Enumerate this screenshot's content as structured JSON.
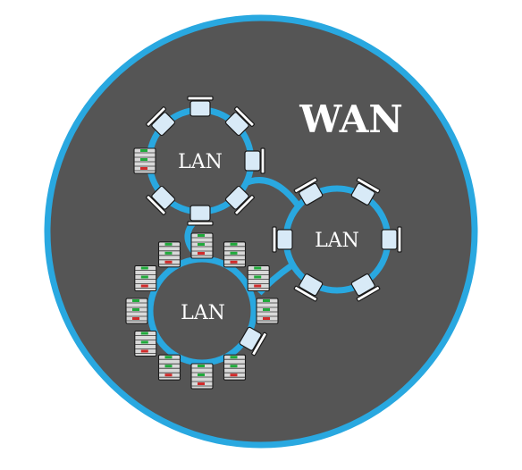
{
  "diagram": {
    "title": "WAN",
    "networks": [
      {
        "label": "LAN",
        "node_type": "laptop"
      },
      {
        "label": "LAN",
        "node_type": "laptop"
      },
      {
        "label": "LAN",
        "node_type": "server"
      }
    ]
  },
  "colors": {
    "background": "#555555",
    "ring": "#29a8e0",
    "laptop_fill": "#d8eaf7",
    "server_green": "#1faa3a",
    "server_red": "#d12a2a"
  },
  "icons": [
    "laptop-icon",
    "server-icon"
  ]
}
